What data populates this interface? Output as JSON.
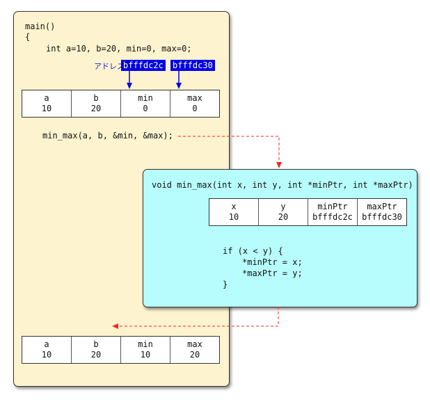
{
  "main": {
    "code_line1": "main()",
    "code_line2": "{",
    "code_line3": "int a=10, b=20, min=0, max=0;",
    "address_label": "アドレス",
    "addresses": [
      "bfffdc2c",
      "bfffdc30"
    ],
    "before_table": [
      {
        "name": "a",
        "value": "10"
      },
      {
        "name": "b",
        "value": "20"
      },
      {
        "name": "min",
        "value": "0"
      },
      {
        "name": "max",
        "value": "0"
      }
    ],
    "call_line": "min_max(a, b, &min, &max);",
    "after_table": [
      {
        "name": "a",
        "value": "10"
      },
      {
        "name": "b",
        "value": "20"
      },
      {
        "name": "min",
        "value": "10"
      },
      {
        "name": "max",
        "value": "20"
      }
    ]
  },
  "func": {
    "signature": "void min_max(int x, int y, int *minPtr, int *maxPtr)",
    "table": [
      {
        "name": "x",
        "value": "10"
      },
      {
        "name": "y",
        "value": "20"
      },
      {
        "name": "minPtr",
        "value": "bfffdc2c"
      },
      {
        "name": "maxPtr",
        "value": "bfffdc30"
      }
    ],
    "body_line1": "if (x < y) {",
    "body_line2": "*minPtr = x;",
    "body_line3": "*maxPtr = y;",
    "body_line4": "}"
  },
  "colors": {
    "main_bg": "#fdf4cf",
    "func_bg": "#b8fdfd",
    "address_blue": "#0000e6",
    "arrow_red": "#ff2222"
  }
}
